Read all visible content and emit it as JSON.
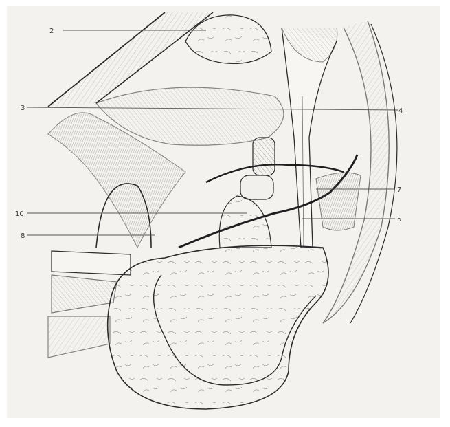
{
  "figure": {
    "labels": [
      "2",
      "3",
      "4",
      "7",
      "10",
      "5",
      "8"
    ]
  },
  "colors": {
    "paper": "#f4f2ef",
    "ink": "#2b2b2b",
    "hatch": "#8a8a8a",
    "leader": "#555555"
  }
}
